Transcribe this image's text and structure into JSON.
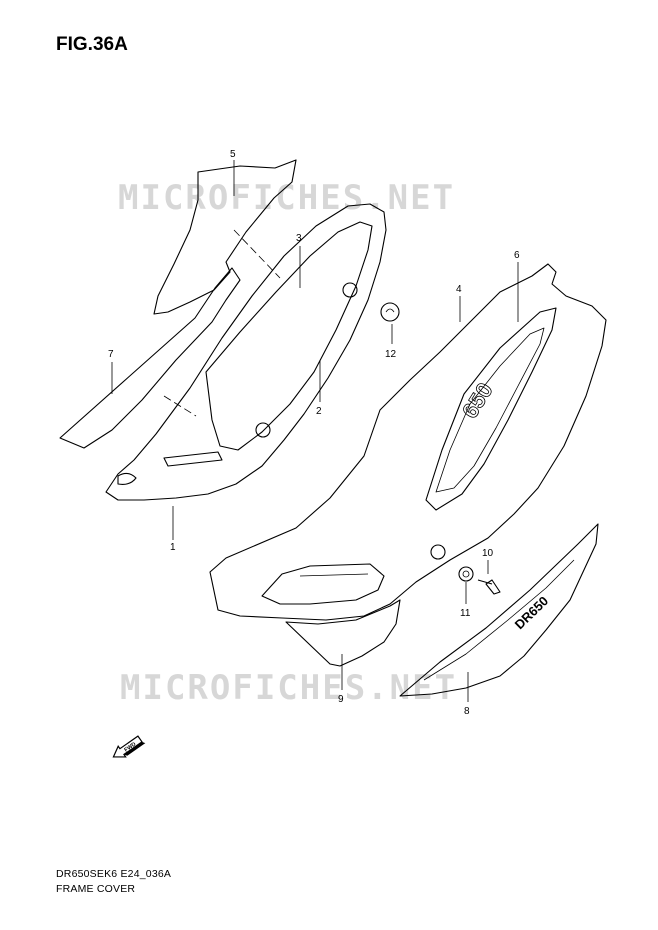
{
  "figure": {
    "title": "FIG.36A"
  },
  "watermark": {
    "text": "MICROFICHES.NET"
  },
  "footer": {
    "code": "DR650SEK6 E24_036A",
    "name": "FRAME COVER"
  },
  "callouts": [
    {
      "id": "part-1",
      "label": "1"
    },
    {
      "id": "part-2",
      "label": "2"
    },
    {
      "id": "part-3",
      "label": "3"
    },
    {
      "id": "part-4",
      "label": "4"
    },
    {
      "id": "part-5",
      "label": "5"
    },
    {
      "id": "part-6",
      "label": "6"
    },
    {
      "id": "part-7",
      "label": "7"
    },
    {
      "id": "part-8",
      "label": "8"
    },
    {
      "id": "part-9",
      "label": "9"
    },
    {
      "id": "part-10",
      "label": "10"
    },
    {
      "id": "part-11",
      "label": "11"
    },
    {
      "id": "part-12",
      "label": "12"
    }
  ],
  "direction_arrow": {
    "text": "FWD"
  },
  "emblem_text": {
    "number": "650",
    "model": "DR650"
  }
}
